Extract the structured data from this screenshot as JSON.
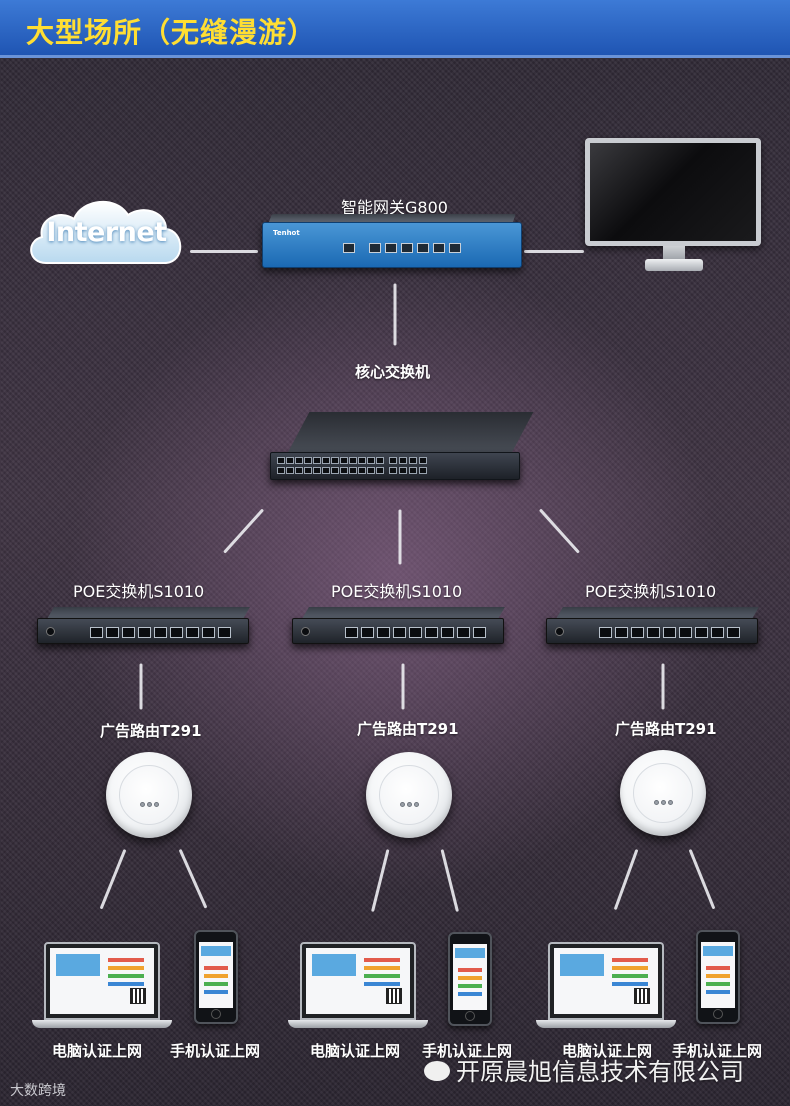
{
  "header": {
    "title": "大型场所（无缝漫游）"
  },
  "internet": {
    "label": "Internet"
  },
  "gateway": {
    "label": "智能网关G800",
    "brand": "Tenhot"
  },
  "core_switch": {
    "label": "核心交换机"
  },
  "poe_switches": [
    {
      "label": "POE交换机S1010"
    },
    {
      "label": "POE交换机S1010"
    },
    {
      "label": "POE交换机S1010"
    }
  ],
  "ad_routers": [
    {
      "label": "广告路由T291"
    },
    {
      "label": "广告路由T291"
    },
    {
      "label": "广告路由T291"
    }
  ],
  "clients": [
    {
      "pc_label": "电脑认证上网",
      "phone_label": "手机认证上网"
    },
    {
      "pc_label": "电脑认证上网",
      "phone_label": "手机认证上网"
    },
    {
      "pc_label": "电脑认证上网",
      "phone_label": "手机认证上网"
    }
  ],
  "footer": {
    "watermark": "大数跨境",
    "company": "开原晨旭信息技术有限公司"
  },
  "colors": {
    "header_bg": "#2a63c4",
    "header_text": "#ffde33",
    "gateway_blue": "#2a7cc4",
    "link_line": "#e9e9ee"
  }
}
